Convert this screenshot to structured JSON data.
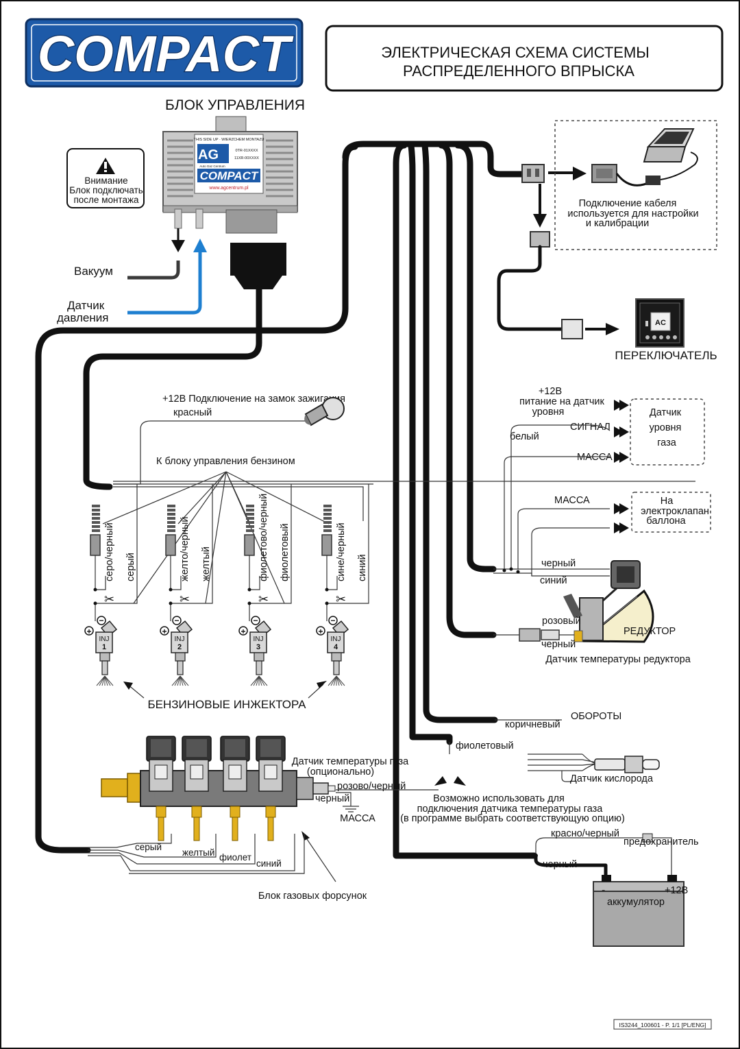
{
  "brand": {
    "logo_text": "COMPACT",
    "color": "#1d5aa8"
  },
  "header": {
    "title_line1": "ЭЛЕКТРИЧЕСКАЯ СХЕМА СИСТЕМЫ",
    "title_line2": "РАСПРЕДЕЛЕННОГО ВПРЫСКА"
  },
  "ecu": {
    "title": "БЛОК УПРАВЛЕНИЯ",
    "badge": "AG",
    "badge_sub": "Auto Gaz Centrum",
    "top_text": "THIS SIDE UP · WIERZCHEM MONTAZU",
    "code1": "0TR-01XXXX",
    "code2": "11XR-00XXXX",
    "model": "COMPACT",
    "url": "www.agcentrum.pl"
  },
  "warning": {
    "line1": "Внимание",
    "line2": "Блок подключать",
    "line3": "после монтажа"
  },
  "hoses": {
    "vacuum": "Вакуум",
    "pressure_line1": "Датчик",
    "pressure_line2": "давления",
    "pressure_color": "#1e7fd0"
  },
  "pc": {
    "line1": "Подключение кабеля",
    "line2": "используется для настройки",
    "line3": "и калибрации"
  },
  "switch": {
    "label": "ПЕРЕКЛЮЧАТЕЛЬ",
    "display": "AC"
  },
  "ignition": {
    "line1": "+12В Подключение на замок зажигания",
    "wire": "красный"
  },
  "petrol_ecu": {
    "label": "К блоку управления бензином"
  },
  "level_sensor": {
    "supply_line1": "+12В",
    "supply_line2": "питание на датчик",
    "supply_line3": "уровня",
    "signal": "СИГНАЛ",
    "white": "белый",
    "ground": "МАССА",
    "box_line1": "Датчик",
    "box_line2": "уровня",
    "box_line3": "газа"
  },
  "tank_valve": {
    "ground": "МАССА",
    "box_line1": "На",
    "box_line2": "электроклапан",
    "box_line3": "баллона"
  },
  "reducer": {
    "label": "РЕДУКТОР",
    "black": "черный",
    "blue": "синий",
    "pink": "розовый",
    "black2": "черный",
    "temp_sensor": "Датчик температуры редуктора"
  },
  "injectors": {
    "label": "БЕНЗИНОВЫЕ ИНЖЕКТОРА",
    "items": [
      {
        "inj": "INJ",
        "num": "1",
        "pair": "серо/черный",
        "single": "серый"
      },
      {
        "inj": "INJ",
        "num": "2",
        "pair": "желто/черный",
        "single": "желтый"
      },
      {
        "inj": "INJ",
        "num": "3",
        "pair": "фиолетово/черный",
        "single": "фиолетовый"
      },
      {
        "inj": "INJ",
        "num": "4",
        "pair": "сине/черный",
        "single": "синий"
      }
    ]
  },
  "rpm": {
    "wire": "коричневый",
    "label": "ОБОРОТЫ"
  },
  "oxygen": {
    "wire": "фиолетовый",
    "label": "Датчик кислорода"
  },
  "gas_temp": {
    "line1": "Датчик температуры газа",
    "line2": "(опционально)",
    "pinkblack": "розово/черный",
    "black": "черный",
    "ground": "МАССА",
    "note1": "Возможно использовать для",
    "note2": "подключения датчика температуры газа",
    "note3": "(в программе выбрать соответствующую опцию)"
  },
  "rail": {
    "label": "Блок газовых форсунок",
    "wires": [
      "серый",
      "желтый",
      "фиолет",
      "синий"
    ],
    "brass_color": "#e1b01d"
  },
  "battery": {
    "redblack": "красно/черный",
    "fuse": "предохранитель",
    "black": "черный",
    "minus": "-",
    "plus": "+12В",
    "label": "аккумулятор"
  },
  "footer": {
    "code": "IS3244_100601 - P. 1/1 [PL/ENG]"
  }
}
